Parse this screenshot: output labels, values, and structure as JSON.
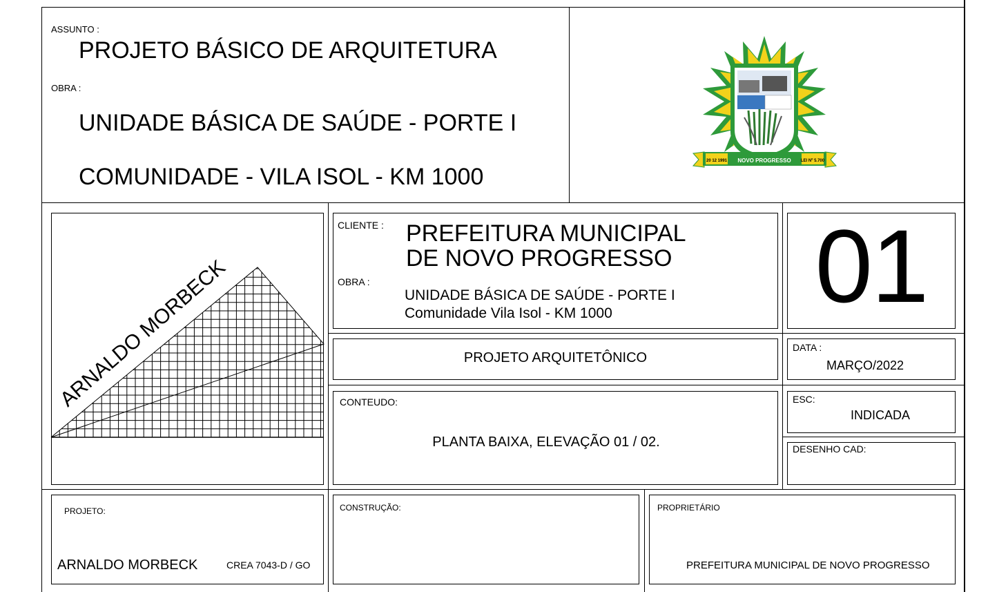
{
  "header": {
    "assunto_label": "ASSUNTO :",
    "assunto_value": "PROJETO BÁSICO DE ARQUITETURA",
    "obra_label": "OBRA :",
    "obra_line1": "UNIDADE BÁSICA DE SAÚDE - PORTE I",
    "obra_line2": "COMUNIDADE  - VILA ISOL - KM 1000"
  },
  "crest": {
    "icon": "municipal-coat-of-arms-icon",
    "banner_left": "20 12 1991",
    "banner_center": "NOVO PROGRESSO",
    "banner_right": "LEI Nº 5.700",
    "colors": {
      "green": "#2e9a3a",
      "yellow": "#f2d21b",
      "blue": "#3a78c0"
    }
  },
  "logo": {
    "text": "ARNALDO MORBECK",
    "icon": "triangle-grid-logo-icon"
  },
  "cliente": {
    "label": "CLIENTE :",
    "line1": "PREFEITURA MUNICIPAL",
    "line2": "DE NOVO PROGRESSO",
    "obra_label": "OBRA :",
    "obra_line1": "UNIDADE BÁSICA DE SAÚDE - PORTE I",
    "obra_line2": "Comunidade Vila Isol - KM 1000"
  },
  "sheet_number": "01",
  "projeto_tipo": "PROJETO ARQUITETÔNICO",
  "data": {
    "label": "DATA :",
    "value": "MARÇO/2022"
  },
  "conteudo": {
    "label": "CONTEUDO:",
    "value": "PLANTA BAIXA, ELEVAÇÃO 01 / 02."
  },
  "escala": {
    "label": "ESC:",
    "value": "INDICADA"
  },
  "desenho_cad": {
    "label": "DESENHO CAD:"
  },
  "projeto": {
    "label": "PROJETO:",
    "name": "ARNALDO MORBECK",
    "crea": "CREA 7043-D / GO"
  },
  "construcao": {
    "label": "CONSTRUÇÃO:"
  },
  "proprietario": {
    "label": "PROPRIETÁRIO",
    "value": "PREFEITURA MUNICIPAL DE NOVO PROGRESSO"
  }
}
